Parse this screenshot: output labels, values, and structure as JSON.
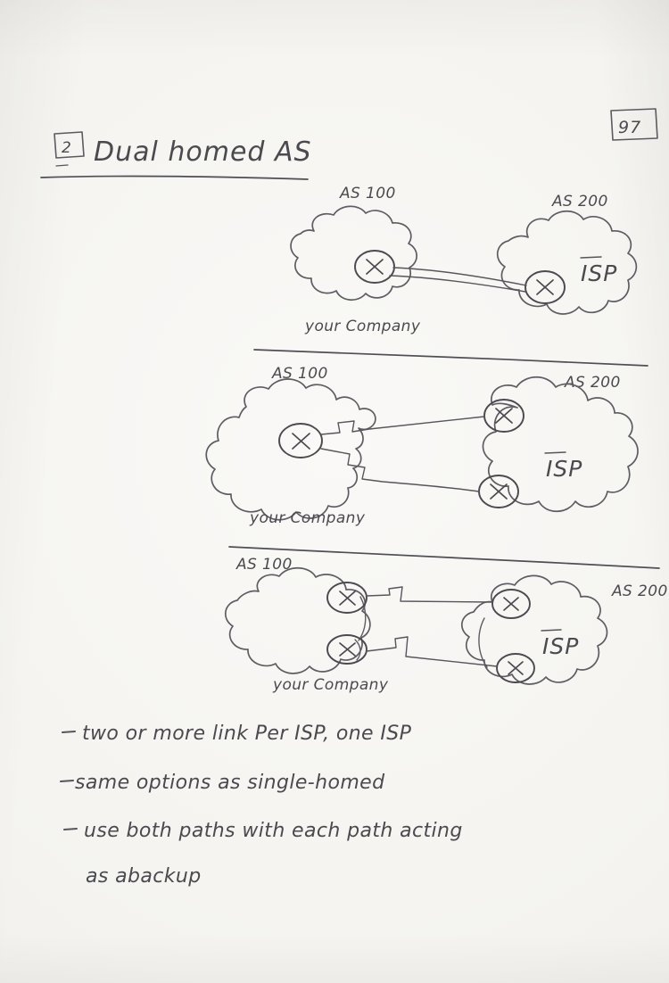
{
  "page": {
    "number": "97",
    "section_marker": "2",
    "title": "Dual homed AS",
    "medium": "handwritten pencil notes on paper",
    "ink_color": "#4d4d52",
    "paper_color": "#f7f6f3"
  },
  "diagrams": [
    {
      "id": "diagram-1",
      "caption": "one company router, two parallel links to one ISP router",
      "left_cloud": {
        "as_label": "AS 100",
        "name": "your Company",
        "routers": 1
      },
      "right_cloud": {
        "as_label": "AS 200",
        "name": "ISP",
        "routers": 1
      },
      "links": 2
    },
    {
      "id": "diagram-2",
      "caption": "one company router, links to two separate ISP routers",
      "left_cloud": {
        "as_label": "AS 100",
        "name": "your Company",
        "routers": 1
      },
      "right_cloud": {
        "as_label": "AS 200",
        "name": "ISP",
        "routers": 2
      },
      "links": 2
    },
    {
      "id": "diagram-3",
      "caption": "two company routers, each to a separate ISP router",
      "left_cloud": {
        "as_label": "AS 100",
        "name": "your Company",
        "routers": 2
      },
      "right_cloud": {
        "as_label": "AS 200",
        "name": "ISP",
        "routers": 2
      },
      "links": 2
    }
  ],
  "notes": {
    "bullets": [
      "two or more link Per ISP, one ISP",
      "same options as single-homed",
      "use both paths with each path acting",
      "as abackup"
    ]
  },
  "labels": {
    "as_100": "AS 100",
    "as_200": "AS 200",
    "your_company": "your Company",
    "isp": "ISP",
    "router_glyph": "x"
  }
}
